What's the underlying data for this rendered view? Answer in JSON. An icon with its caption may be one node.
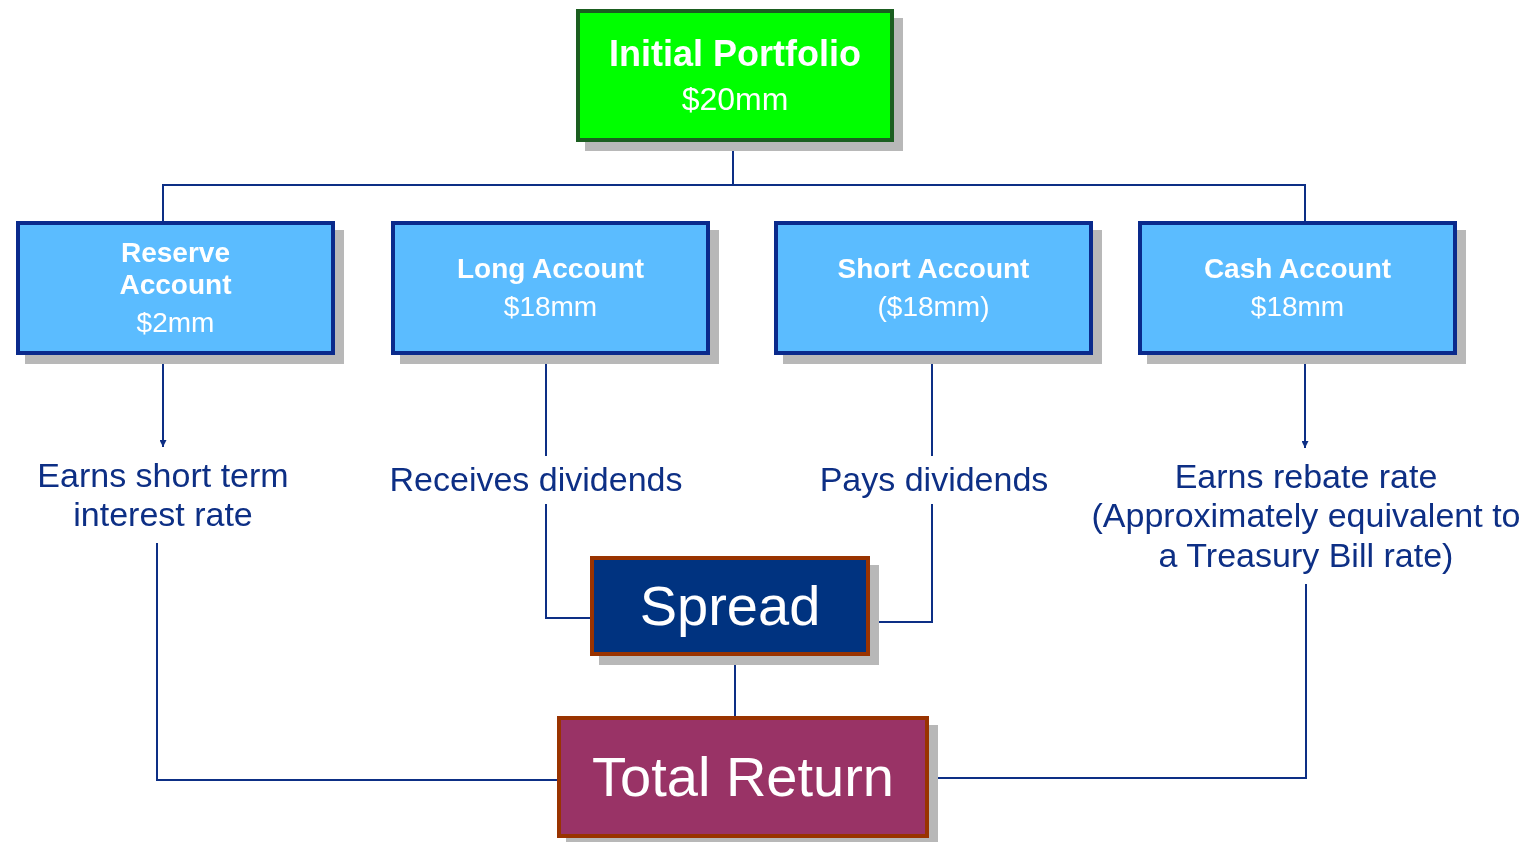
{
  "diagram": {
    "nodes": [
      {
        "text": [
          "Initial Portfolio",
          "$20mm"
        ]
      },
      {
        "text": [
          "Reserve Account",
          "$2mm"
        ]
      },
      {
        "text": [
          "Long Account",
          "$18mm"
        ]
      },
      {
        "text": [
          "Short Account",
          "($18mm)"
        ]
      },
      {
        "text": [
          "Cash Account",
          "$18mm"
        ]
      },
      {
        "text": [
          "Earns short term interest rate"
        ]
      },
      {
        "text": [
          "Receives dividends"
        ]
      },
      {
        "text": [
          "Pays dividends"
        ]
      },
      {
        "text": [
          "Earns rebate rate (Approximately equivalent to a Treasury Bill rate)"
        ]
      },
      {
        "text": [
          "Spread"
        ]
      },
      {
        "text": [
          "Total Return"
        ]
      }
    ],
    "edges": [
      {
        "from": 0,
        "to": 1,
        "arrow": "none"
      },
      {
        "from": 0,
        "to": 4,
        "arrow": "none"
      },
      {
        "from": 1,
        "to": 5,
        "arrow": "to"
      },
      {
        "from": 2,
        "to": 6,
        "arrow": "none"
      },
      {
        "from": 3,
        "to": 7,
        "arrow": "none"
      },
      {
        "from": 4,
        "to": 8,
        "arrow": "to"
      },
      {
        "from": 6,
        "to": 9,
        "arrow": "none"
      },
      {
        "from": 7,
        "to": 9,
        "arrow": "none"
      },
      {
        "from": 9,
        "to": 10,
        "arrow": "none"
      },
      {
        "from": 5,
        "to": 10,
        "arrow": "none"
      },
      {
        "from": 8,
        "to": 10,
        "arrow": "none"
      }
    ]
  }
}
